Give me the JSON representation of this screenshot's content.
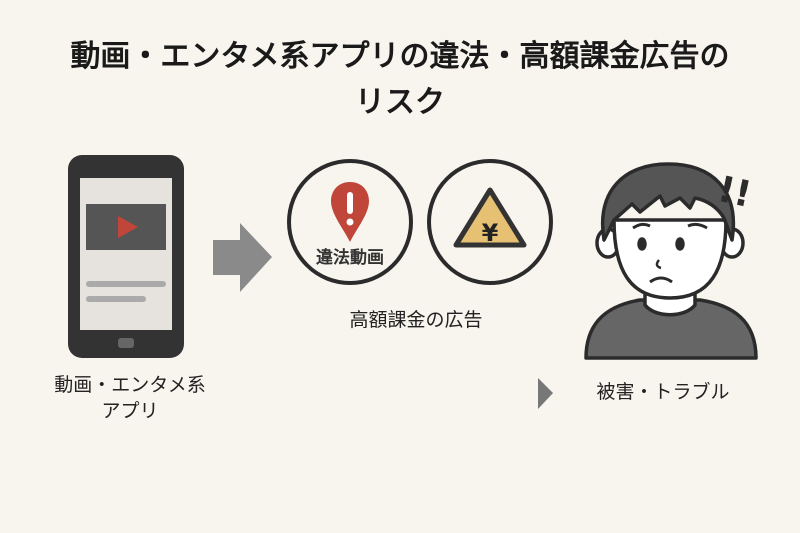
{
  "title": {
    "line1": "動画・エンタメ系アプリの違法・高額課金広告の",
    "line2": "リスク"
  },
  "app": {
    "label_line1": "動画・エンタメ系",
    "label_line2": "アプリ"
  },
  "ads": {
    "illegal_label": "違法動画",
    "yen_symbol": "¥",
    "caption": "高額課金の広告"
  },
  "victim": {
    "label": "被害・トラブル",
    "exclaim": "!!"
  },
  "colors": {
    "background": "#f8f4ee",
    "dark": "#333333",
    "alert_red": "#c0463a",
    "warning_yellow": "#e6c173",
    "arrow_gray": "#8a8a8a"
  }
}
